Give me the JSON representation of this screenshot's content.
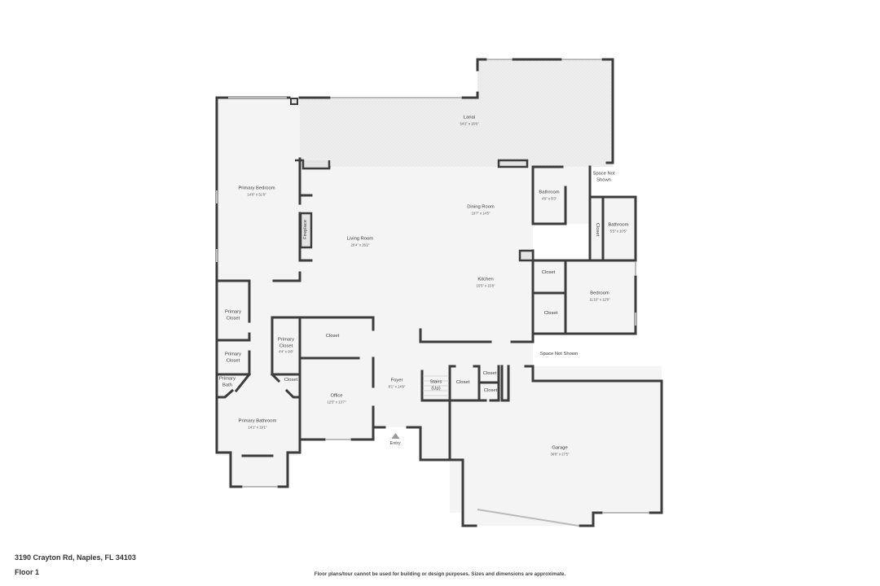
{
  "plan": {
    "floor_fill": "#f4f4f4",
    "lanai_fill": "#ececec",
    "wall_color": "#3c3c3c",
    "rooms": [
      {
        "id": "lanai",
        "name": "Lanai",
        "dims": "54'2\" x 16'6\""
      },
      {
        "id": "primary-bedroom",
        "name": "Primary Bedroom",
        "dims": "14'8\" x 31'8\""
      },
      {
        "id": "living-room",
        "name": "Living Room",
        "dims": "20'4\" x 26'2\""
      },
      {
        "id": "fireplace",
        "name": "Fireplace",
        "dims": ""
      },
      {
        "id": "dining-room",
        "name": "Dining Room",
        "dims": "19'7\" x 14'5\""
      },
      {
        "id": "bathroom-1",
        "name": "Bathroom",
        "dims": "4'9\" x 9'3\""
      },
      {
        "id": "space-not-shown-1",
        "name": "Space Not Shown",
        "dims": ""
      },
      {
        "id": "closet-vertical",
        "name": "Closet",
        "dims": ""
      },
      {
        "id": "bathroom-2",
        "name": "Bathroom",
        "dims": "5'5\" x 10'5\""
      },
      {
        "id": "kitchen",
        "name": "Kitchen",
        "dims": "15'5\" x 15'8\""
      },
      {
        "id": "closet-kitchen-1",
        "name": "Closet",
        "dims": ""
      },
      {
        "id": "closet-kitchen-2",
        "name": "Closet",
        "dims": ""
      },
      {
        "id": "bedroom",
        "name": "Bedroom",
        "dims": "11'10\" x 12'9\""
      },
      {
        "id": "space-not-shown-2",
        "name": "Space Not Shown",
        "dims": ""
      },
      {
        "id": "primary-closet-1",
        "name": "Primary Closet",
        "dims": ""
      },
      {
        "id": "primary-closet-2",
        "name": "Primary Closet",
        "dims": ""
      },
      {
        "id": "primary-closet-3",
        "name": "Primary Closet",
        "dims": "4'4\" x 9'8\""
      },
      {
        "id": "closet-office",
        "name": "Closet",
        "dims": ""
      },
      {
        "id": "primary-bath",
        "name": "Primary Bath",
        "dims": ""
      },
      {
        "id": "closet-bath",
        "name": "Closet",
        "dims": ""
      },
      {
        "id": "office",
        "name": "Office",
        "dims": "12'5\" x 13'7\""
      },
      {
        "id": "primary-bathroom",
        "name": "Primary Bathroom",
        "dims": "14'1\" x 19'1\""
      },
      {
        "id": "foyer",
        "name": "Foyer",
        "dims": "8'1\" x 14'9\""
      },
      {
        "id": "stairs",
        "name": "Stairs (Up)",
        "dims": ""
      },
      {
        "id": "closet-stairs",
        "name": "Closet",
        "dims": ""
      },
      {
        "id": "closet-garage-1",
        "name": "Closet",
        "dims": ""
      },
      {
        "id": "closet-garage-2",
        "name": "Closet",
        "dims": ""
      },
      {
        "id": "garage",
        "name": "Garage",
        "dims": "36'8\" x 27'5\""
      }
    ],
    "entry_label": "Entry"
  },
  "footer": {
    "address": "3190 Crayton Rd, Naples, FL 34103",
    "floor": "Floor 1",
    "disclaimer": "Floor plans/tour cannot be used for building or design purposes. Sizes and dimensions are approximate."
  }
}
